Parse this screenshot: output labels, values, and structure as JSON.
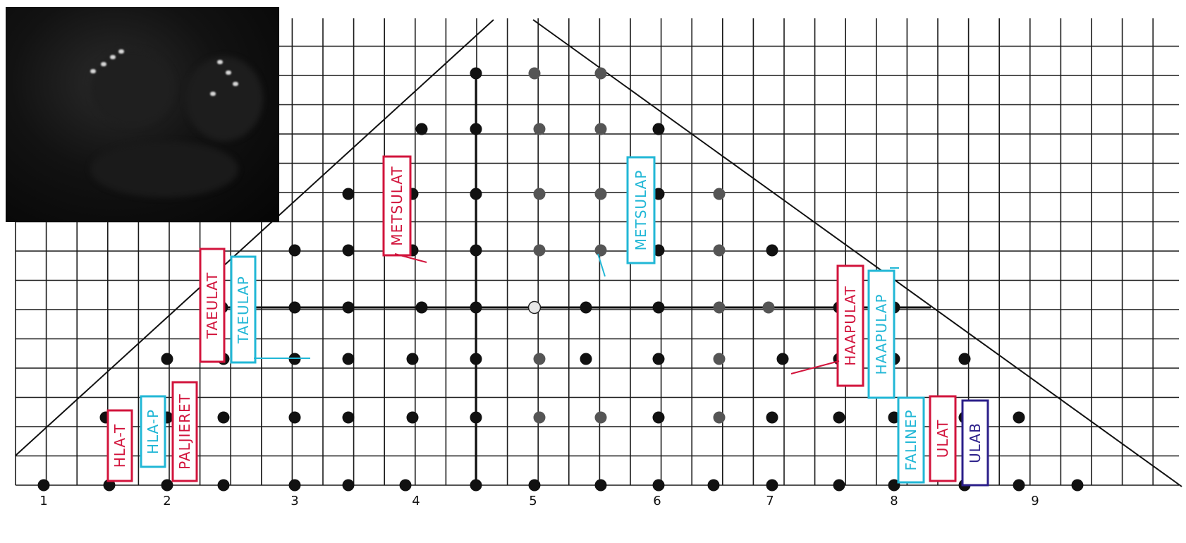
{
  "axis": {
    "ticks": [
      "1",
      "2",
      "3",
      "4",
      "5",
      "6",
      "7",
      "8",
      "9"
    ]
  },
  "labels": [
    {
      "id": "hla-t",
      "text": "HLA-T",
      "color": "#d2143c"
    },
    {
      "id": "hla-p",
      "text": "HLA-P",
      "color": "#21b7d6"
    },
    {
      "id": "paljieret",
      "text": "PALJIERET",
      "color": "#d2143c"
    },
    {
      "id": "taeulat",
      "text": "TAEULAT",
      "color": "#d2143c"
    },
    {
      "id": "taeulap",
      "text": "TAEULAP",
      "color": "#21b7d6"
    },
    {
      "id": "metsulat",
      "text": "METSULAT",
      "color": "#d2143c"
    },
    {
      "id": "metsulap",
      "text": "METSULAP",
      "color": "#21b7d6"
    },
    {
      "id": "haapulat",
      "text": "HAAPULAT",
      "color": "#d2143c"
    },
    {
      "id": "haapulap",
      "text": "HAAPULAP",
      "color": "#21b7d6"
    },
    {
      "id": "falinep",
      "text": "FALINEP",
      "color": "#21b7d6"
    },
    {
      "id": "ulat",
      "text": "ULAT",
      "color": "#d2143c"
    },
    {
      "id": "ulab",
      "text": "ULAB",
      "color": "#2b1f8a"
    }
  ],
  "colors": {
    "grid": "#1a1a1a",
    "dot": "#111111",
    "dot_gray": "#555555",
    "red": "#d2143c",
    "cyan": "#21b7d6",
    "navy": "#2b1f8a"
  }
}
